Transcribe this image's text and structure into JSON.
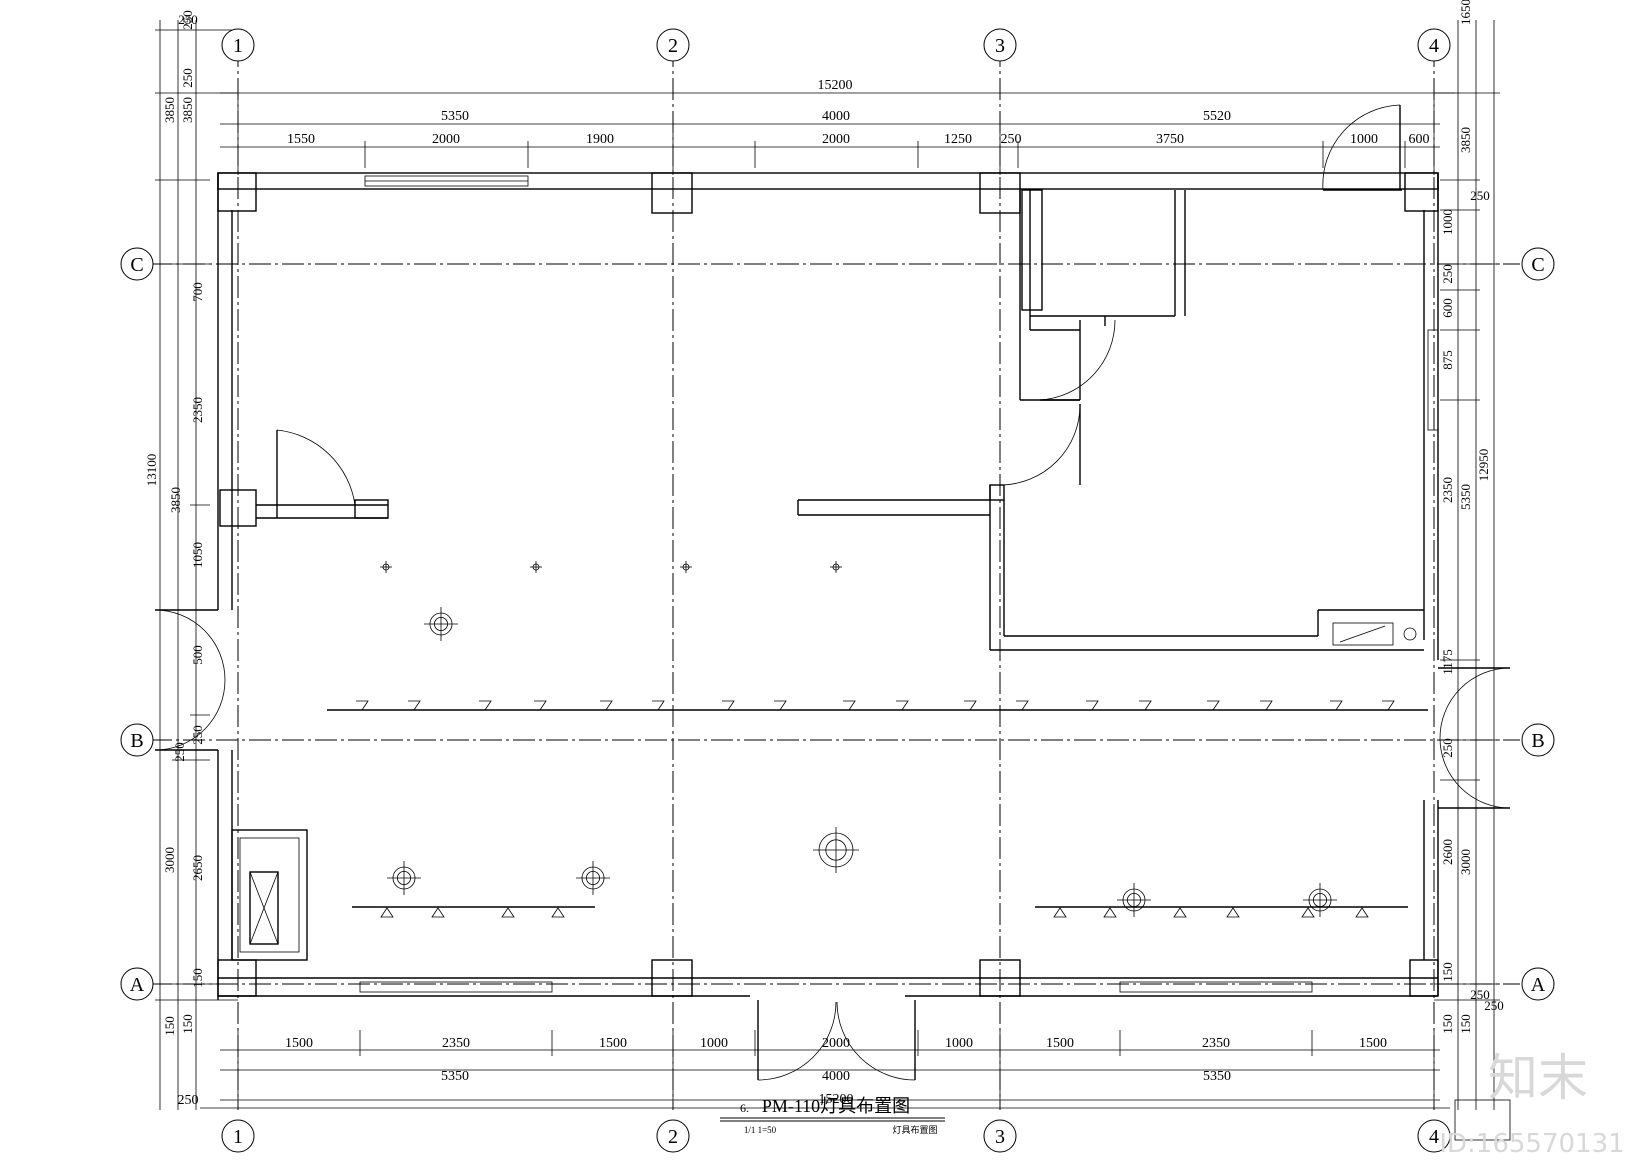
{
  "title": "PM-110灯具布置图",
  "title_prefix": "6.",
  "subtitle_left": "1/1 1=50",
  "subtitle_right": "灯具布置图",
  "axis_labels": {
    "cols": [
      "1",
      "2",
      "3",
      "4"
    ],
    "rows": [
      "C",
      "B",
      "A"
    ]
  },
  "dims": {
    "left_edge": "250",
    "right_edge": "1650",
    "top_total": "15200",
    "top_mid": [
      "5350",
      "4000",
      "5520"
    ],
    "top_detail": [
      "1550",
      "2000",
      "1900",
      "2000",
      "1250",
      "250",
      "3750",
      "1000",
      "600"
    ],
    "bottom_detail": [
      "1500",
      "2350",
      "1500",
      "1000",
      "2000",
      "1000",
      "1500",
      "2350",
      "1500"
    ],
    "bottom_mid": [
      "5350",
      "4000",
      "5350"
    ],
    "bottom_total": "15200",
    "bottom_250": "250",
    "left_outer": [
      "3850",
      "13100",
      "3000",
      "150"
    ],
    "left_inner": [
      "250",
      "3850",
      "700",
      "2350",
      "1050",
      "500",
      "250",
      "250",
      "2650",
      "150",
      "150",
      "250"
    ],
    "right_inner": [
      "3850",
      "250",
      "1000",
      "250",
      "600",
      "875",
      "2350",
      "1175",
      "250",
      "2600",
      "150",
      "250",
      "150"
    ],
    "right_outer": [
      "5350",
      "12950",
      "3000",
      "150",
      "250"
    ]
  },
  "watermark": {
    "logo": "知末",
    "id": "ID:165570131"
  }
}
